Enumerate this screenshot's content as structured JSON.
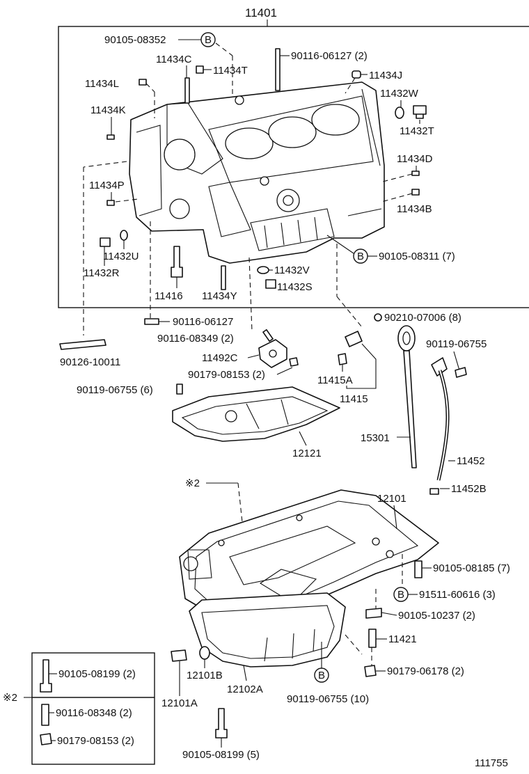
{
  "assembly_number": "11401",
  "figure_number": "111755",
  "circle_marker": "B",
  "note_marker": "※2",
  "labels": {
    "p90105_08352": "90105-08352",
    "p11434C": "11434C",
    "p11434T": "11434T",
    "p90116_06127_2": "90116-06127 (2)",
    "p11434J": "11434J",
    "p11434L": "11434L",
    "p11432W": "11432W",
    "p11434K": "11434K",
    "p11432T": "11432T",
    "p11434D": "11434D",
    "p11434P": "11434P",
    "p11434B": "11434B",
    "p90105_08311_7": "90105-08311 (7)",
    "p11432U": "11432U",
    "p11432R": "11432R",
    "p11432V": "11432V",
    "p11432S": "11432S",
    "p11416": "11416",
    "p11434Y": "11434Y",
    "p90210_07006_8": "90210-07006 (8)",
    "p90116_06127": "90116-06127",
    "p90116_08349_2": "90116-08349 (2)",
    "p90119_06755": "90119-06755",
    "p90126_10011": "90126-10011",
    "p11492C": "11492C",
    "p90179_08153_2": "90179-08153 (2)",
    "p11415A": "11415A",
    "p11415": "11415",
    "p90119_06755_6": "90119-06755 (6)",
    "p15301": "15301",
    "p12121": "12121",
    "p11452": "11452",
    "p11452B": "11452B",
    "p12101": "12101",
    "p90105_08185_7": "90105-08185 (7)",
    "p91511_60616_3": "91511-60616 (3)",
    "p90105_10237_2": "90105-10237 (2)",
    "p11421": "11421",
    "p90179_06178_2": "90179-06178 (2)",
    "p90105_08199_2": "90105-08199 (2)",
    "p12101B": "12101B",
    "p12102A": "12102A",
    "p12101A": "12101A",
    "p90119_06755_10": "90119-06755 (10)",
    "p90116_08348_2": "90116-08348 (2)",
    "p90179_08153_2b": "90179-08153 (2)",
    "p90105_08199_5": "90105-08199 (5)"
  }
}
